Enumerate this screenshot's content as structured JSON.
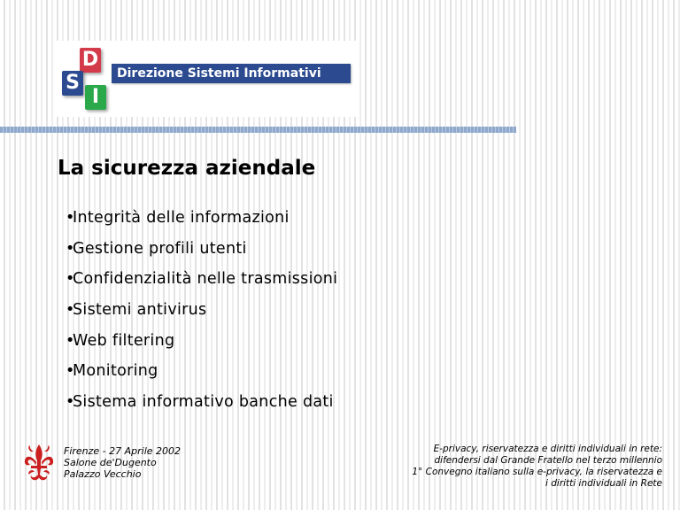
{
  "logo": {
    "letter_d": "D",
    "letter_s": "S",
    "letter_i": "I",
    "banner_text": "Direzione Sistemi Informativi",
    "colors": {
      "d": "#d33a4a",
      "s": "#2b4a8f",
      "i": "#2aa84a",
      "banner": "#2b4a8f"
    }
  },
  "title": "La sicurezza aziendale",
  "bullet_char": "•",
  "bullets": [
    "Integrità delle informazioni",
    "Gestione profili utenti",
    "Confidenzialità nelle trasmissioni",
    "Sistemi antivirus",
    "Web filtering",
    "Monitoring",
    "Sistema informativo banche dati"
  ],
  "footer": {
    "emblem_icon": "florence-fleur-de-lis-icon",
    "emblem_color": "#cc1f1f",
    "left": [
      "Firenze - 27 Aprile 2002",
      "Salone de'Dugento",
      "Palazzo Vecchio"
    ],
    "right": [
      "E-privacy, riservatezza e diritti individuali in rete:",
      "difendersi dal Grande Fratello nel terzo millennio",
      "1° Convegno italiano sulla e-privacy, la riservatezza e",
      "i diritti individuali in Rete"
    ]
  }
}
